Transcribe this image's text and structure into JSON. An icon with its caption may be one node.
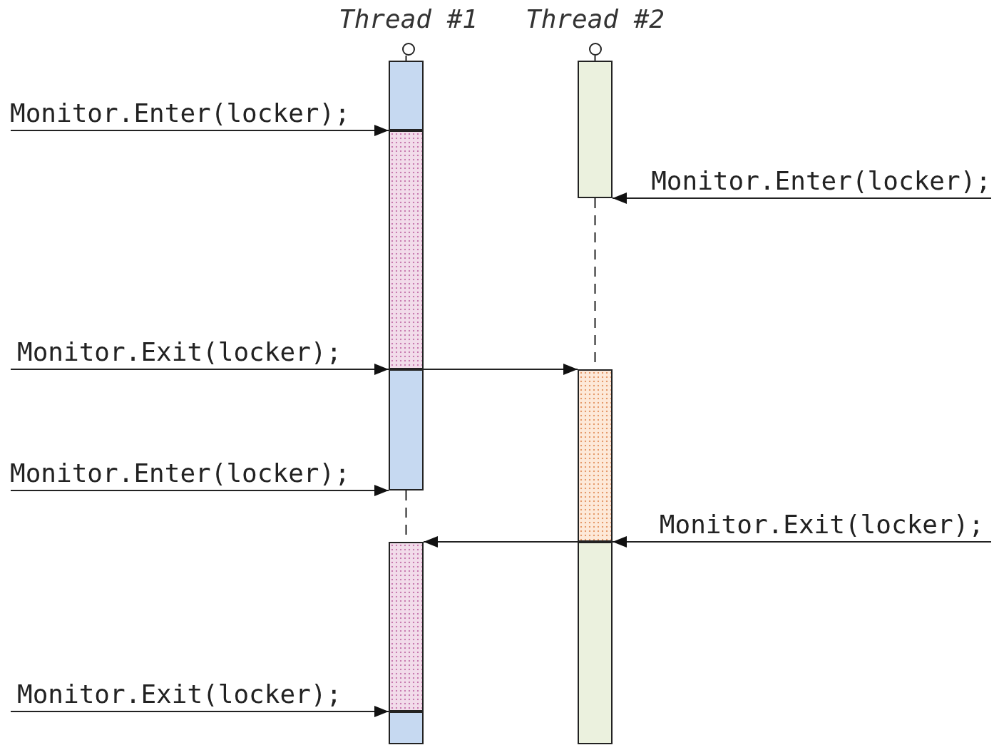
{
  "diagram": {
    "nodes": [
      {
        "text": [
          "Thread #1"
        ]
      },
      {
        "text": [
          "Thread #2"
        ]
      },
      {
        "text": [],
        "shape": "bar"
      },
      {
        "text": [],
        "shape": "bar"
      },
      {
        "text": [],
        "shape": "bar"
      },
      {
        "text": [],
        "shape": "bar"
      },
      {
        "text": [],
        "shape": "bar"
      },
      {
        "text": [],
        "shape": "bar"
      },
      {
        "text": [],
        "shape": "bar"
      },
      {
        "text": [],
        "shape": "bar"
      }
    ],
    "edges": [
      {
        "from": 0,
        "to": 2,
        "arrow": "none"
      },
      {
        "from": 1,
        "to": 7,
        "arrow": "none"
      },
      {
        "from": null,
        "to": 3,
        "arrow": "to",
        "label": "Monitor.Enter(locker);"
      },
      {
        "from": null,
        "to": 7,
        "arrow": "to",
        "label": "Monitor.Enter(locker);"
      },
      {
        "from": 7,
        "to": 8,
        "arrow": "none",
        "style": "dashed"
      },
      {
        "from": null,
        "to": 4,
        "arrow": "to",
        "label": "Monitor.Exit(locker);"
      },
      {
        "from": 4,
        "to": 8,
        "arrow": "to"
      },
      {
        "from": null,
        "to": 4,
        "arrow": "to",
        "label": "Monitor.Enter(locker);"
      },
      {
        "from": 4,
        "to": 5,
        "arrow": "none",
        "style": "dashed"
      },
      {
        "from": null,
        "to": 9,
        "arrow": "to",
        "label": "Monitor.Exit(locker);"
      },
      {
        "from": 8,
        "to": 5,
        "arrow": "to"
      },
      {
        "from": null,
        "to": 6,
        "arrow": "to",
        "label": "Monitor.Exit(locker);"
      }
    ]
  }
}
